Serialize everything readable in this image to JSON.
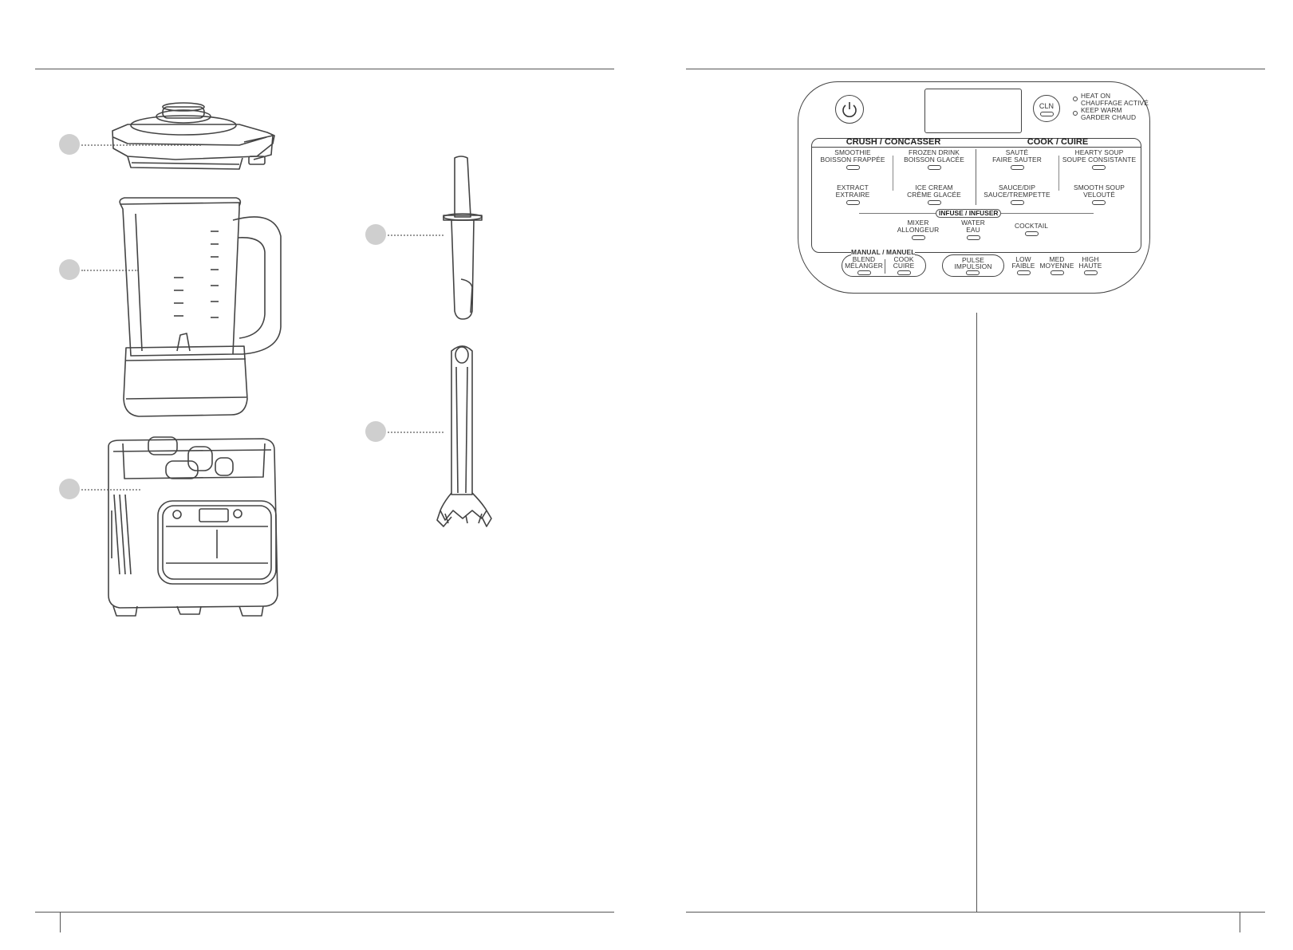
{
  "panel": {
    "power_button": "power-icon",
    "cln_label": "CLN",
    "heat_on": [
      "HEAT ON",
      "CHAUFFAGE ACTIVÉ"
    ],
    "keep_warm": [
      "KEEP WARM",
      "GARDER CHAUD"
    ],
    "crush_header": "CRUSH / CONCASSER",
    "cook_header": "COOK / CUIRE",
    "infuse_header": "INFUSE / INFUSER",
    "manual_header": "MANUAL / MANUEL",
    "crush_programs": [
      [
        "SMOOTHIE",
        "BOISSON FRAPPÉE"
      ],
      [
        "FROZEN DRINK",
        "BOISSON GLACÉE"
      ],
      [
        "EXTRACT",
        "EXTRAIRE"
      ],
      [
        "ICE CREAM",
        "CRÈME GLACÉE"
      ]
    ],
    "cook_programs": [
      [
        "SAUTÉ",
        "FAIRE SAUTER"
      ],
      [
        "HEARTY SOUP",
        "SOUPE CONSISTANTE"
      ],
      [
        "SAUCE/DIP",
        "SAUCE/TREMPETTE"
      ],
      [
        "SMOOTH SOUP",
        "VELOUTÉ"
      ]
    ],
    "infuse_programs": [
      [
        "MIXER",
        "ALLONGEUR"
      ],
      [
        "WATER",
        "EAU"
      ],
      [
        "COCKTAIL",
        ""
      ]
    ],
    "manual_programs": [
      [
        "BLEND",
        "MÉLANGER"
      ],
      [
        "COOK",
        "CUIRE"
      ]
    ],
    "pulse": [
      "PULSE",
      "IMPULSION"
    ],
    "speeds": [
      [
        "LOW",
        "FAIBLE"
      ],
      [
        "MED",
        "MOYENNE"
      ],
      [
        "HIGH",
        "HAUTE"
      ]
    ]
  }
}
